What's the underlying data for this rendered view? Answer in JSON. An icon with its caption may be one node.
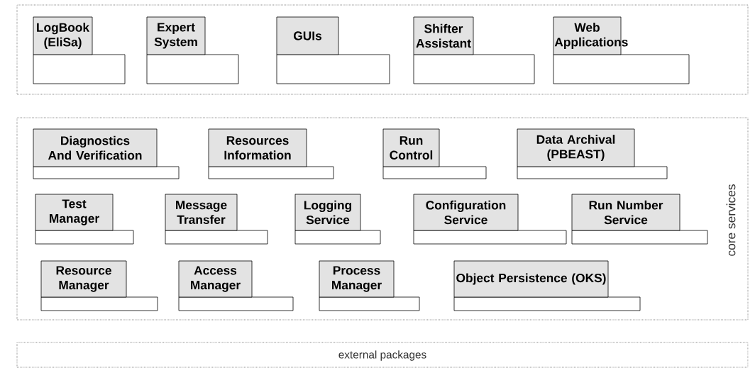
{
  "diagram": {
    "nodes": [
      {
        "text": [],
        "shape": "box"
      },
      {
        "text": [
          "LogBook (EliSa)"
        ],
        "in": 0
      },
      {
        "text": [
          "Expert System"
        ],
        "in": 0
      },
      {
        "text": [
          "GUIs"
        ],
        "in": 0
      },
      {
        "text": [
          "Shifter Assistant"
        ],
        "in": 0
      },
      {
        "text": [
          "Web Applications"
        ],
        "in": 0
      },
      {
        "text": [
          "core services"
        ]
      },
      {
        "text": [
          "Diagnostics And Verification"
        ],
        "in": 6
      },
      {
        "text": [
          "Resources Information"
        ],
        "in": 6
      },
      {
        "text": [
          "Run Control"
        ],
        "in": 6
      },
      {
        "text": [
          "Data Archival (PBEAST)"
        ],
        "in": 6
      },
      {
        "text": [
          "Test Manager"
        ],
        "in": 6
      },
      {
        "text": [
          "Message Transfer"
        ],
        "in": 6
      },
      {
        "text": [
          "Logging Service"
        ],
        "in": 6
      },
      {
        "text": [
          "Configuration Service"
        ],
        "in": 6
      },
      {
        "text": [
          "Run Number Service"
        ],
        "in": 6
      },
      {
        "text": [
          "Resource Manager"
        ],
        "in": 6
      },
      {
        "text": [
          "Access Manager"
        ],
        "in": 6
      },
      {
        "text": [
          "Process Manager"
        ],
        "in": 6
      },
      {
        "text": [
          "Object Persistence (OKS)"
        ],
        "in": 6
      },
      {
        "text": [
          "external packages"
        ]
      }
    ],
    "edges": []
  }
}
